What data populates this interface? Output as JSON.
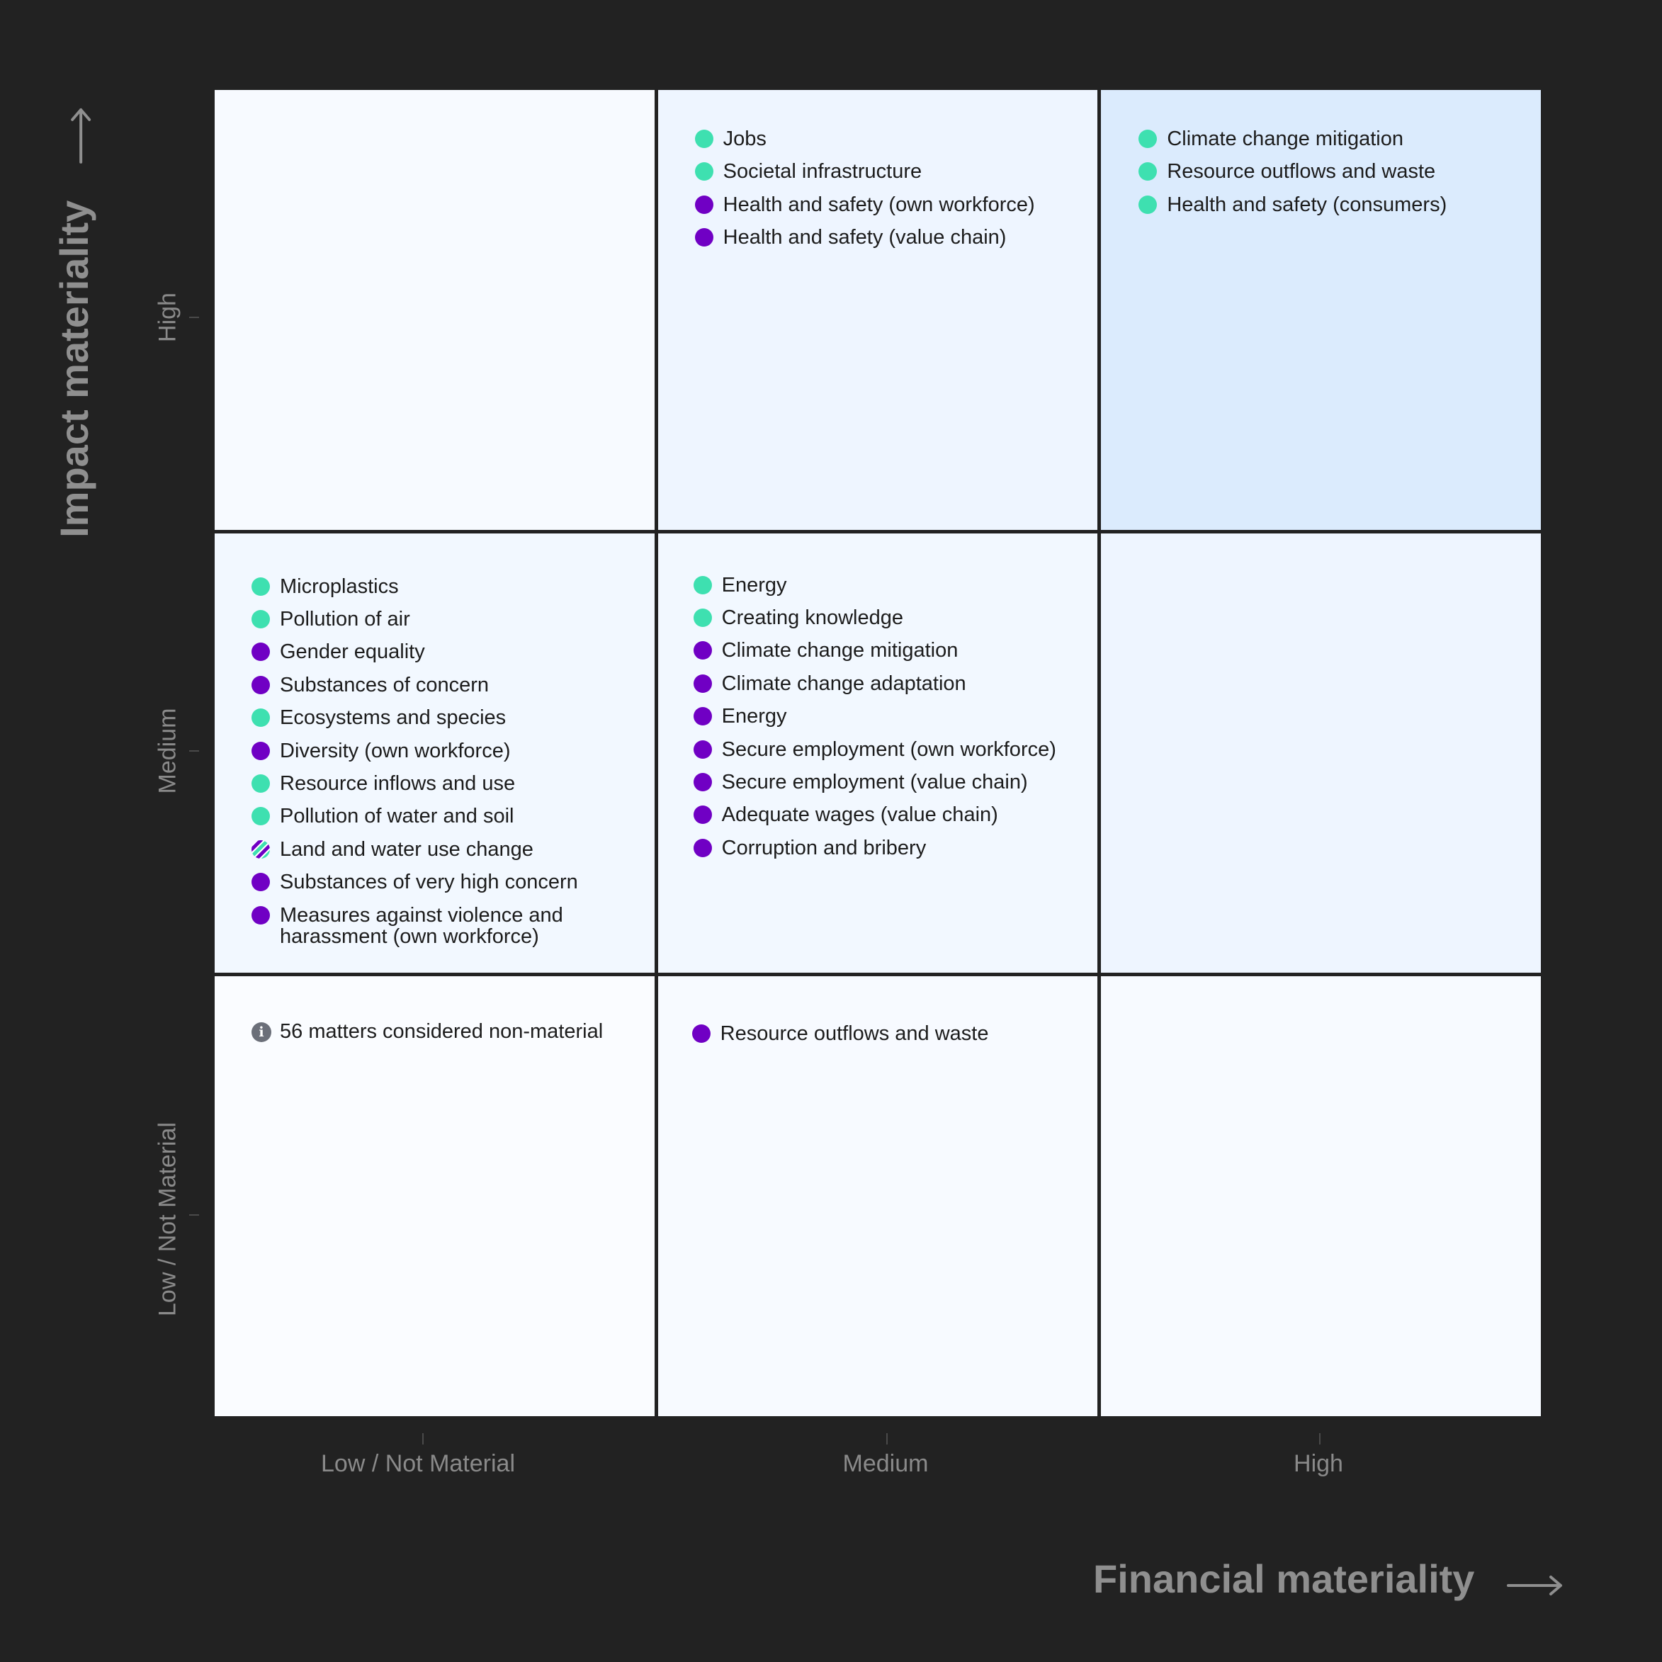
{
  "colors": {
    "environmental": "#3ee0b0",
    "social": "#7000c4",
    "background": "#222222",
    "cell_default": "#f7faff",
    "cell_medium": "#eef5ff",
    "cell_high": "#dbebfd"
  },
  "axes": {
    "y_title": "Impact materiality",
    "x_title": "Financial materiality",
    "y_levels": [
      "High",
      "Medium",
      "Low / Not Material"
    ],
    "x_levels": [
      "Low / Not Material",
      "Medium",
      "High"
    ]
  },
  "cells": {
    "high_medium": [
      {
        "label": "Jobs",
        "color": "teal"
      },
      {
        "label": "Societal infrastructure",
        "color": "teal"
      },
      {
        "label": "Health and safety (own workforce)",
        "color": "purple"
      },
      {
        "label": "Health and safety (value chain)",
        "color": "purple"
      }
    ],
    "high_high": [
      {
        "label": "Climate change mitigation",
        "color": "teal"
      },
      {
        "label": "Resource outflows and waste",
        "color": "teal"
      },
      {
        "label": "Health and safety (consumers)",
        "color": "teal"
      }
    ],
    "medium_low": [
      {
        "label": "Microplastics",
        "color": "teal"
      },
      {
        "label": "Pollution of air",
        "color": "teal"
      },
      {
        "label": "Gender equality",
        "color": "purple"
      },
      {
        "label": "Substances of concern",
        "color": "purple"
      },
      {
        "label": "Ecosystems and species",
        "color": "teal"
      },
      {
        "label": "Diversity (own workforce)",
        "color": "purple"
      },
      {
        "label": "Resource inflows and use",
        "color": "teal"
      },
      {
        "label": "Pollution of water and soil",
        "color": "teal"
      },
      {
        "label": "Land and water use change",
        "color": "mixed"
      },
      {
        "label": "Substances of very high concern",
        "color": "purple"
      },
      {
        "label": "Measures against violence and harassment (own workforce)",
        "color": "purple"
      }
    ],
    "medium_medium": [
      {
        "label": "Energy",
        "color": "teal"
      },
      {
        "label": "Creating knowledge",
        "color": "teal"
      },
      {
        "label": "Climate change mitigation",
        "color": "purple"
      },
      {
        "label": "Climate change adaptation",
        "color": "purple"
      },
      {
        "label": "Energy",
        "color": "purple"
      },
      {
        "label": "Secure employment (own workforce)",
        "color": "purple"
      },
      {
        "label": "Secure employment (value chain)",
        "color": "purple"
      },
      {
        "label": "Adequate wages (value chain)",
        "color": "purple"
      },
      {
        "label": "Corruption and bribery",
        "color": "purple"
      }
    ],
    "low_medium": [
      {
        "label": "Resource outflows and waste",
        "color": "purple"
      }
    ]
  },
  "note": {
    "icon": "info-icon",
    "text": "56 matters considered non-material"
  }
}
